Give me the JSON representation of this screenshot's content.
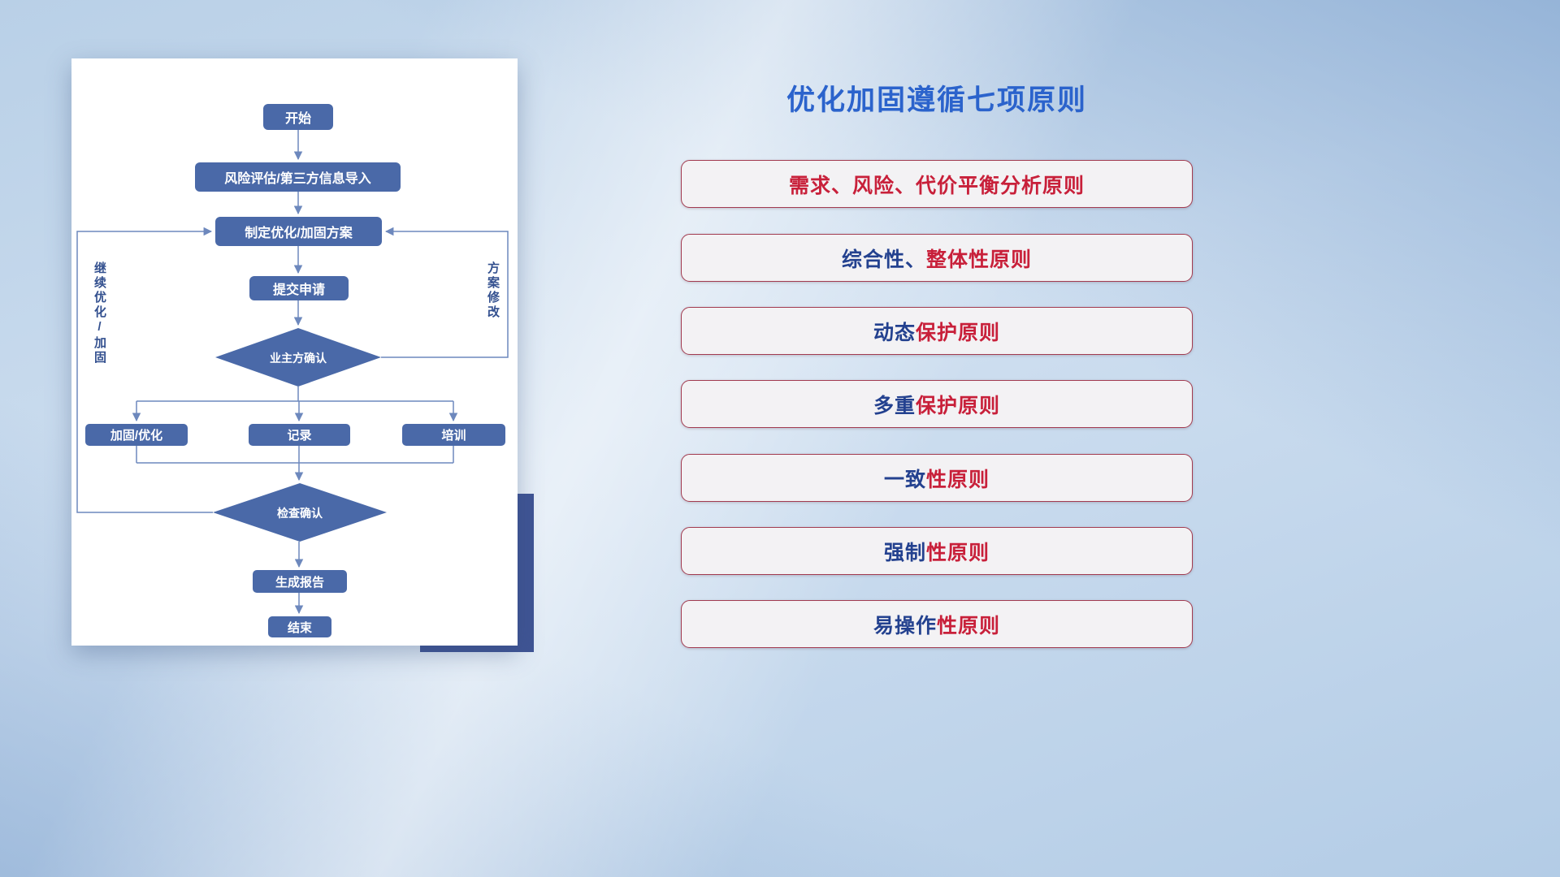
{
  "principles": {
    "title": "优化加固遵循七项原则",
    "items": [
      {
        "blue": "",
        "red": "需求、风险、代价平衡分析原则"
      },
      {
        "blue": "综合性、",
        "red": "整体性原则"
      },
      {
        "blue": "动态",
        "red": "保护原则"
      },
      {
        "blue": "多重",
        "red": "保护原则"
      },
      {
        "blue": "一致",
        "red": "性原则"
      },
      {
        "blue": "强制",
        "red": "性原则"
      },
      {
        "blue": "易操作",
        "red": "性原则"
      }
    ],
    "colors": {
      "title_blue": "#2b63cc",
      "text_blue": "#23418f",
      "text_red": "#c8203a",
      "box_border": "#a23b50",
      "box_fill": "#f3f2f4"
    }
  },
  "flowchart": {
    "nodes": {
      "start": "开始",
      "risk_import": "风险评估/第三方信息导入",
      "make_plan": "制定优化/加固方案",
      "submit": "提交申请",
      "owner_confirm": "业主方确认",
      "harden": "加固/优化",
      "record": "记录",
      "training": "培训",
      "check_confirm": "检查确认",
      "report": "生成报告",
      "end": "结束"
    },
    "edge_labels": {
      "continue_loop": "继续优化/加固",
      "plan_modify": "方案修改"
    },
    "colors": {
      "node_fill": "#4a69a8",
      "connector_line": "#6d88bd",
      "accent_rectangle": "#3f5494"
    }
  }
}
